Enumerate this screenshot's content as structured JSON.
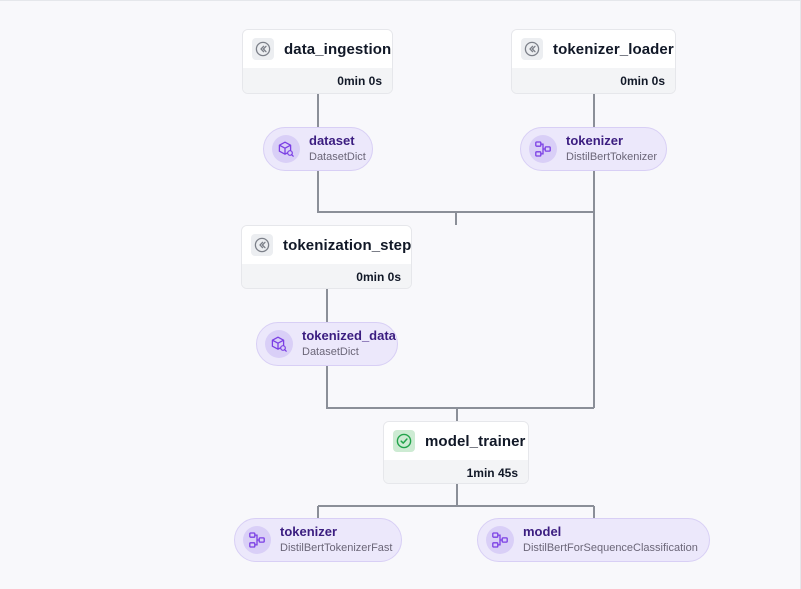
{
  "colors": {
    "edge": "#8b8f98",
    "artifact_bg": "#ece8fb",
    "artifact_text": "#3b1d80",
    "success": "#22a34b"
  },
  "steps": [
    {
      "id": "data_ingestion",
      "name": "data_ingestion",
      "duration": "0min 0s",
      "status_icon": "cached-rewind-icon"
    },
    {
      "id": "tokenizer_loader",
      "name": "tokenizer_loader",
      "duration": "0min 0s",
      "status_icon": "cached-rewind-icon"
    },
    {
      "id": "tokenization_step",
      "name": "tokenization_step",
      "duration": "0min 0s",
      "status_icon": "cached-rewind-icon"
    },
    {
      "id": "model_trainer",
      "name": "model_trainer",
      "duration": "1min 45s",
      "status_icon": "check-circle-icon"
    }
  ],
  "artifacts": [
    {
      "id": "dataset",
      "name": "dataset",
      "type": "DatasetDict",
      "icon": "dataset-cube-icon"
    },
    {
      "id": "tokenizer_1",
      "name": "tokenizer",
      "type": "DistilBertTokenizer",
      "icon": "model-graph-icon"
    },
    {
      "id": "tokenized_data",
      "name": "tokenized_data",
      "type": "DatasetDict",
      "icon": "dataset-cube-icon"
    },
    {
      "id": "tokenizer_2",
      "name": "tokenizer",
      "type": "DistilBertTokenizerFast",
      "icon": "model-graph-icon"
    },
    {
      "id": "model",
      "name": "model",
      "type": "DistilBertForSequenceClassification",
      "icon": "model-graph-icon"
    }
  ]
}
